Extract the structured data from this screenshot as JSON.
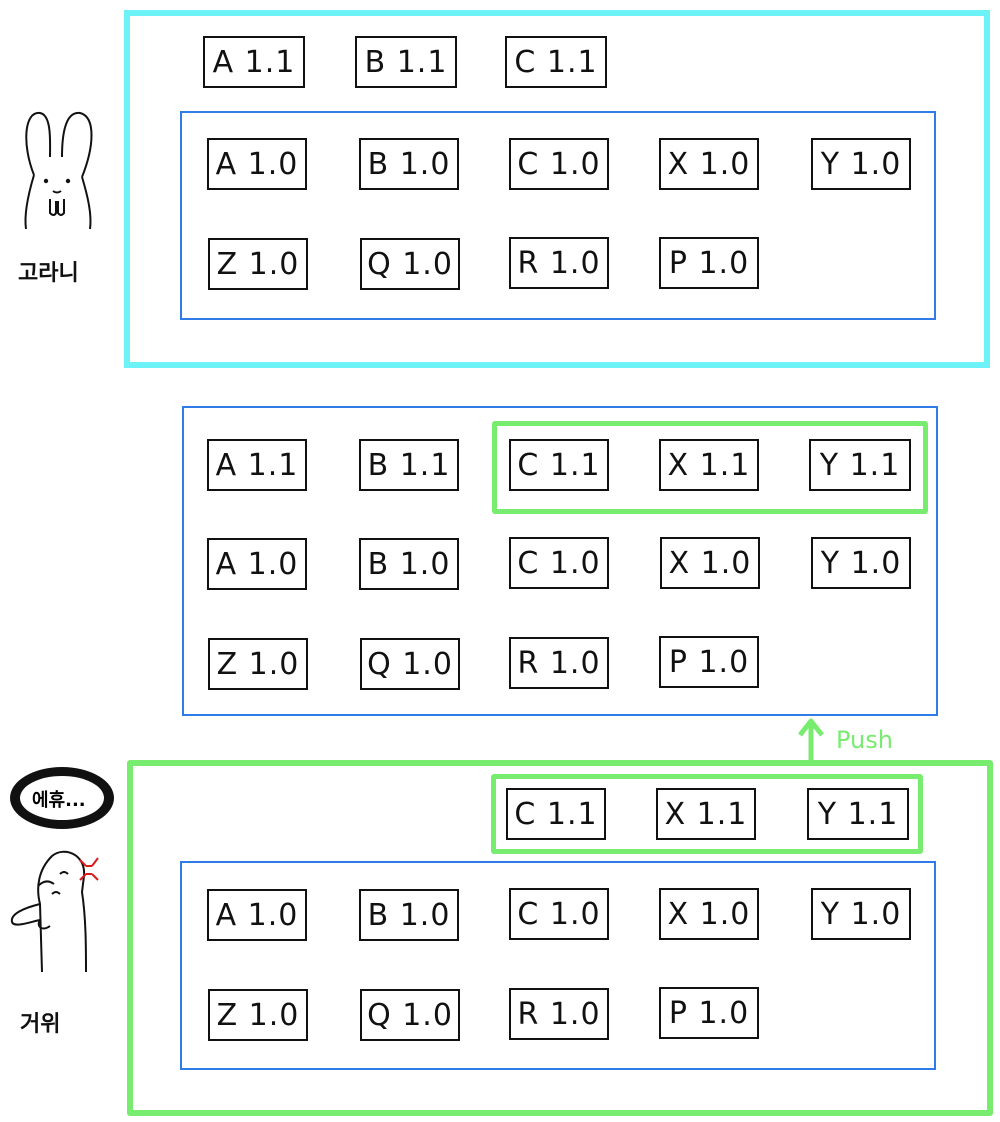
{
  "persons": {
    "gorani": {
      "name": "고라니"
    },
    "geowi": {
      "name": "거위",
      "speech": "에휴..."
    }
  },
  "push_label": "Push",
  "panel1": {
    "top_row": [
      "A 1.1",
      "B 1.1",
      "C 1.1"
    ],
    "inner_row1": [
      "A 1.0",
      "B 1.0",
      "C 1.0",
      "X 1.0",
      "Y 1.0"
    ],
    "inner_row2": [
      "Z 1.0",
      "Q 1.0",
      "R 1.0",
      "P 1.0"
    ]
  },
  "panel2": {
    "row1": [
      "A 1.1",
      "B 1.1"
    ],
    "row1_pushed": [
      "C 1.1",
      "X 1.1",
      "Y 1.1"
    ],
    "row2": [
      "A 1.0",
      "B 1.0",
      "C 1.0",
      "X 1.0",
      "Y 1.0"
    ],
    "row3": [
      "Z 1.0",
      "Q 1.0",
      "R 1.0",
      "P 1.0"
    ]
  },
  "panel3": {
    "pushed_row": [
      "C 1.1",
      "X 1.1",
      "Y 1.1"
    ],
    "inner_row1": [
      "A 1.0",
      "B 1.0",
      "C 1.0",
      "X 1.0",
      "Y 1.0"
    ],
    "inner_row2": [
      "Z 1.0",
      "Q 1.0",
      "R 1.0",
      "P 1.0"
    ]
  },
  "colors": {
    "cyan_frame": "#6df2f7",
    "blue_frame": "#2f7be8",
    "green_frame": "#78ec6f",
    "anger_mark": "#d81b1b"
  }
}
